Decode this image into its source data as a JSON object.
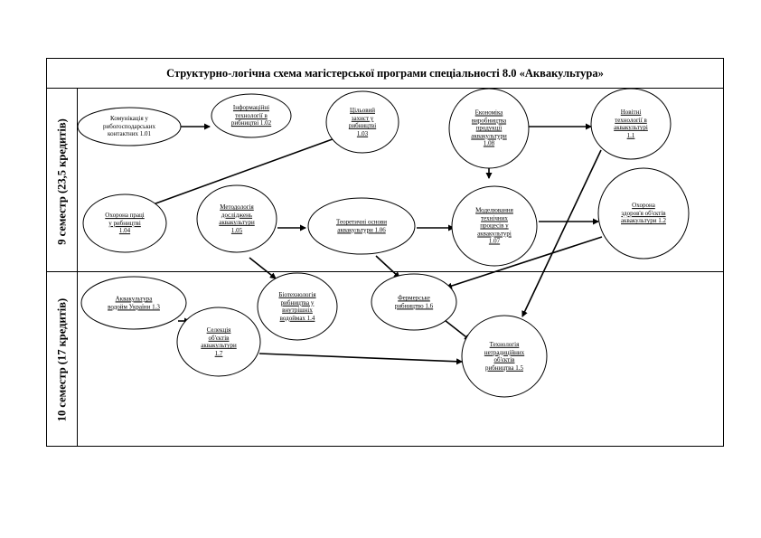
{
  "title": "Структурно-логічна схема магістерської програми спеціальності 8.0  «Аквакультура»",
  "semesters": {
    "sem9": "9 семестр (23,5  кредитів)",
    "sem10": "10 семестр (17  кредитів)"
  },
  "nodes": [
    {
      "id": "n101",
      "lines": [
        "Комунікація у",
        "рибогосподарських",
        "контактних 1.01"
      ]
    },
    {
      "id": "n102",
      "lines": [
        "Інформаційні",
        "технології в",
        "рибництві 1.02"
      ]
    },
    {
      "id": "n103",
      "lines": [
        "Цільовий",
        "захист у",
        "рибництві",
        "1.03"
      ]
    },
    {
      "id": "n108",
      "lines": [
        "Економіка",
        "виробництва",
        "продукції",
        "аквакультури",
        "1.08"
      ]
    },
    {
      "id": "n11",
      "lines": [
        "Новітні",
        "технології в",
        "аквакультурі",
        "1.1"
      ]
    },
    {
      "id": "n104",
      "lines": [
        "Охорона праці",
        "у рибництві",
        "1.04"
      ]
    },
    {
      "id": "n105",
      "lines": [
        "Методологія",
        "досліджень",
        "аквакультури",
        "1.05"
      ]
    },
    {
      "id": "n106",
      "lines": [
        "Теоретичні основи",
        "аквакультури 1.06"
      ]
    },
    {
      "id": "n107",
      "lines": [
        "Моделювання",
        "технічних",
        "процесів у",
        "аквакультурі",
        "1.07"
      ]
    },
    {
      "id": "n12",
      "lines": [
        "Охорона",
        "здоров'я об'єктів",
        "аквакультури 1.2"
      ]
    },
    {
      "id": "n13",
      "lines": [
        "Аквакультура",
        "водойм України 1.3"
      ]
    },
    {
      "id": "n14",
      "lines": [
        "Біотехнологія",
        "рибництва у",
        "внутрішніх",
        "водоймах 1.4"
      ]
    },
    {
      "id": "n16",
      "lines": [
        "Фермерське",
        "рибництво 1.6"
      ]
    },
    {
      "id": "n17",
      "lines": [
        "Селекція",
        "об'єктів",
        "аквакультури",
        "1.7"
      ]
    },
    {
      "id": "n15",
      "lines": [
        "Технологія",
        "нетрадиційних",
        "об'єктів",
        "рибництва 1.5"
      ]
    }
  ]
}
